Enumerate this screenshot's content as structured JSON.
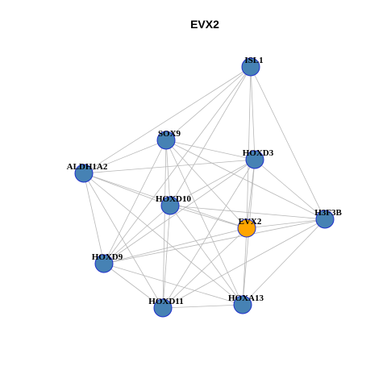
{
  "title": "EVX2",
  "colors": {
    "node_fill": "#4682B4",
    "node_stroke": "#1F2FCC",
    "focus_fill": "#FFA500",
    "focus_stroke": "#1F2FCC",
    "edge": "#B8B8B8"
  },
  "network": {
    "focus": "EVX2",
    "nodes": [
      {
        "id": "ISL1",
        "label": "ISL1"
      },
      {
        "id": "SOX9",
        "label": "SOX9"
      },
      {
        "id": "HOXD3",
        "label": "HOXD3"
      },
      {
        "id": "ALDH1A2",
        "label": "ALDH1A2"
      },
      {
        "id": "HOXD10",
        "label": "HOXD10"
      },
      {
        "id": "H3F3B",
        "label": "H3F3B"
      },
      {
        "id": "EVX2",
        "label": "EVX2"
      },
      {
        "id": "HOXD9",
        "label": "HOXD9"
      },
      {
        "id": "HOXA13",
        "label": "HOXA13"
      },
      {
        "id": "HOXD11",
        "label": "HOXD11"
      }
    ],
    "edges": [
      [
        "ISL1",
        "SOX9"
      ],
      [
        "ISL1",
        "ALDH1A2"
      ],
      [
        "ISL1",
        "HOXD3"
      ],
      [
        "ISL1",
        "H3F3B"
      ],
      [
        "ISL1",
        "EVX2"
      ],
      [
        "ISL1",
        "HOXD10"
      ],
      [
        "ISL1",
        "HOXD9"
      ],
      [
        "SOX9",
        "ALDH1A2"
      ],
      [
        "SOX9",
        "HOXD3"
      ],
      [
        "SOX9",
        "HOXD10"
      ],
      [
        "SOX9",
        "H3F3B"
      ],
      [
        "SOX9",
        "EVX2"
      ],
      [
        "SOX9",
        "HOXD9"
      ],
      [
        "SOX9",
        "HOXD11"
      ],
      [
        "SOX9",
        "HOXA13"
      ],
      [
        "HOXD3",
        "ALDH1A2"
      ],
      [
        "HOXD3",
        "HOXD10"
      ],
      [
        "HOXD3",
        "H3F3B"
      ],
      [
        "HOXD3",
        "EVX2"
      ],
      [
        "HOXD3",
        "HOXD9"
      ],
      [
        "HOXD3",
        "HOXD11"
      ],
      [
        "HOXD3",
        "HOXA13"
      ],
      [
        "ALDH1A2",
        "HOXD10"
      ],
      [
        "ALDH1A2",
        "EVX2"
      ],
      [
        "ALDH1A2",
        "HOXD9"
      ],
      [
        "ALDH1A2",
        "HOXD11"
      ],
      [
        "ALDH1A2",
        "HOXA13"
      ],
      [
        "HOXD10",
        "EVX2"
      ],
      [
        "HOXD10",
        "H3F3B"
      ],
      [
        "HOXD10",
        "HOXD9"
      ],
      [
        "HOXD10",
        "HOXD11"
      ],
      [
        "HOXD10",
        "HOXA13"
      ],
      [
        "EVX2",
        "H3F3B"
      ],
      [
        "EVX2",
        "HOXD9"
      ],
      [
        "EVX2",
        "HOXD11"
      ],
      [
        "EVX2",
        "HOXA13"
      ],
      [
        "H3F3B",
        "HOXD9"
      ],
      [
        "H3F3B",
        "HOXD11"
      ],
      [
        "H3F3B",
        "HOXA13"
      ],
      [
        "HOXD9",
        "HOXD11"
      ],
      [
        "HOXD9",
        "HOXA13"
      ],
      [
        "HOXD11",
        "HOXA13"
      ]
    ]
  }
}
